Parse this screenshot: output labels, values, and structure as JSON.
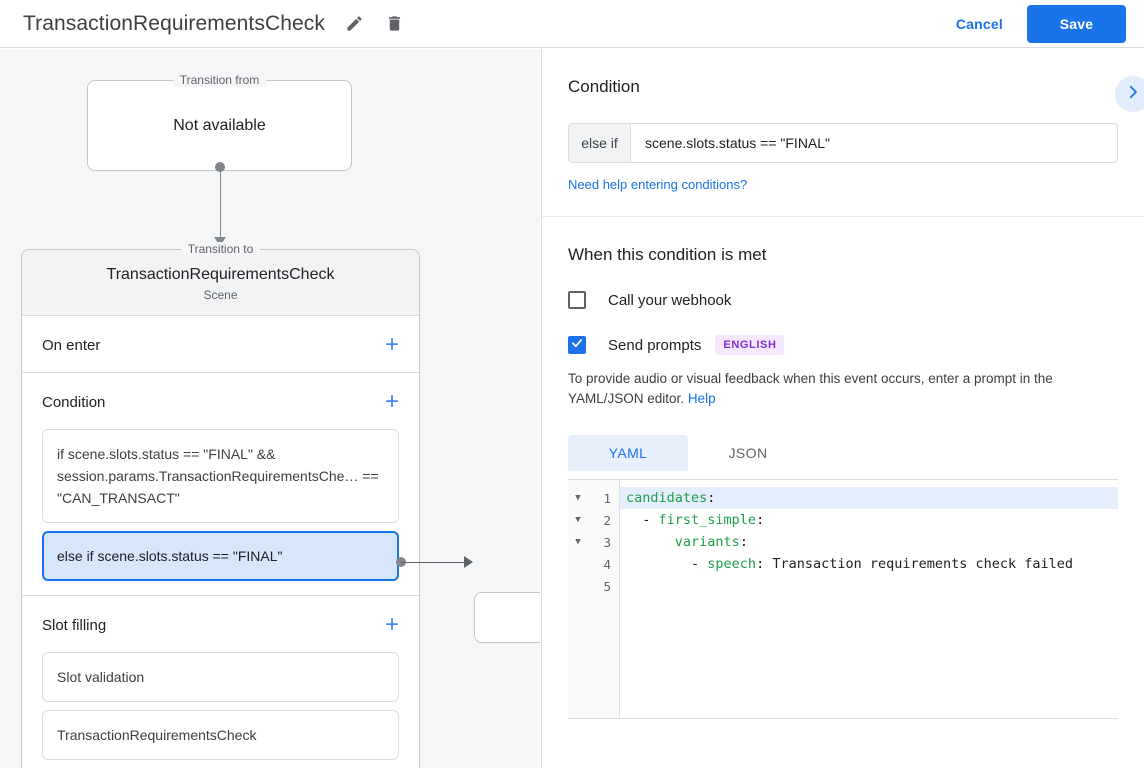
{
  "header": {
    "title": "TransactionRequirementsCheck",
    "edit_icon": "pencil-icon",
    "delete_icon": "trash-icon",
    "cancel_label": "Cancel",
    "save_label": "Save",
    "accent_color": "#1a73e8"
  },
  "canvas": {
    "transition_from": {
      "legend": "Transition from",
      "value": "Not available"
    },
    "transition_to": {
      "legend": "Transition to",
      "title": "TransactionRequirementsCheck",
      "subtitle": "Scene"
    },
    "sections": [
      {
        "title": "On enter",
        "add_icon": "plus-icon",
        "items": []
      },
      {
        "title": "Condition",
        "add_icon": "plus-icon",
        "items": [
          {
            "text": "if scene.slots.status == \"FINAL\" && session.params.TransactionRequirementsChe… == \"CAN_TRANSACT\"",
            "selected": false
          },
          {
            "text": "else if scene.slots.status == \"FINAL\"",
            "selected": true
          }
        ]
      },
      {
        "title": "Slot filling",
        "add_icon": "plus-icon",
        "items": [
          {
            "text": "Slot validation",
            "selected": false
          },
          {
            "text": "TransactionRequirementsCheck",
            "selected": false
          }
        ]
      }
    ]
  },
  "panel": {
    "condition": {
      "heading": "Condition",
      "expand_icon": "chevron-right-icon",
      "prefix": "else if",
      "value": "scene.slots.status == \"FINAL\"",
      "placeholder": "",
      "help_link": "Need help entering conditions?"
    },
    "when_met": {
      "heading": "When this condition is met",
      "webhook": {
        "label": "Call your webhook",
        "checked": false
      },
      "prompts": {
        "label": "Send prompts",
        "badge": "ENGLISH",
        "badge_bg": "#f3e8fd",
        "badge_color": "#8430ce",
        "checked": true
      },
      "helper_text": "To provide audio or visual feedback when this event occurs, enter a prompt in the YAML/JSON editor.",
      "helper_link": "Help"
    },
    "editor": {
      "tabs": [
        {
          "label": "YAML",
          "active": true
        },
        {
          "label": "JSON",
          "active": false
        }
      ],
      "lines": [
        {
          "num": "1",
          "fold": true,
          "highlighted": true,
          "segments": [
            {
              "t": "candidates",
              "c": "k"
            },
            {
              "t": ":",
              "c": "p"
            }
          ]
        },
        {
          "num": "2",
          "fold": true,
          "highlighted": false,
          "segments": [
            {
              "t": "  - ",
              "c": "p"
            },
            {
              "t": "first_simple",
              "c": "k"
            },
            {
              "t": ":",
              "c": "p"
            }
          ]
        },
        {
          "num": "3",
          "fold": true,
          "highlighted": false,
          "segments": [
            {
              "t": "      ",
              "c": "p"
            },
            {
              "t": "variants",
              "c": "k"
            },
            {
              "t": ":",
              "c": "p"
            }
          ]
        },
        {
          "num": "4",
          "fold": false,
          "highlighted": false,
          "segments": [
            {
              "t": "        - ",
              "c": "p"
            },
            {
              "t": "speech",
              "c": "k"
            },
            {
              "t": ": Transaction requirements check failed",
              "c": "v"
            }
          ]
        },
        {
          "num": "5",
          "fold": false,
          "highlighted": false,
          "segments": []
        }
      ]
    }
  }
}
